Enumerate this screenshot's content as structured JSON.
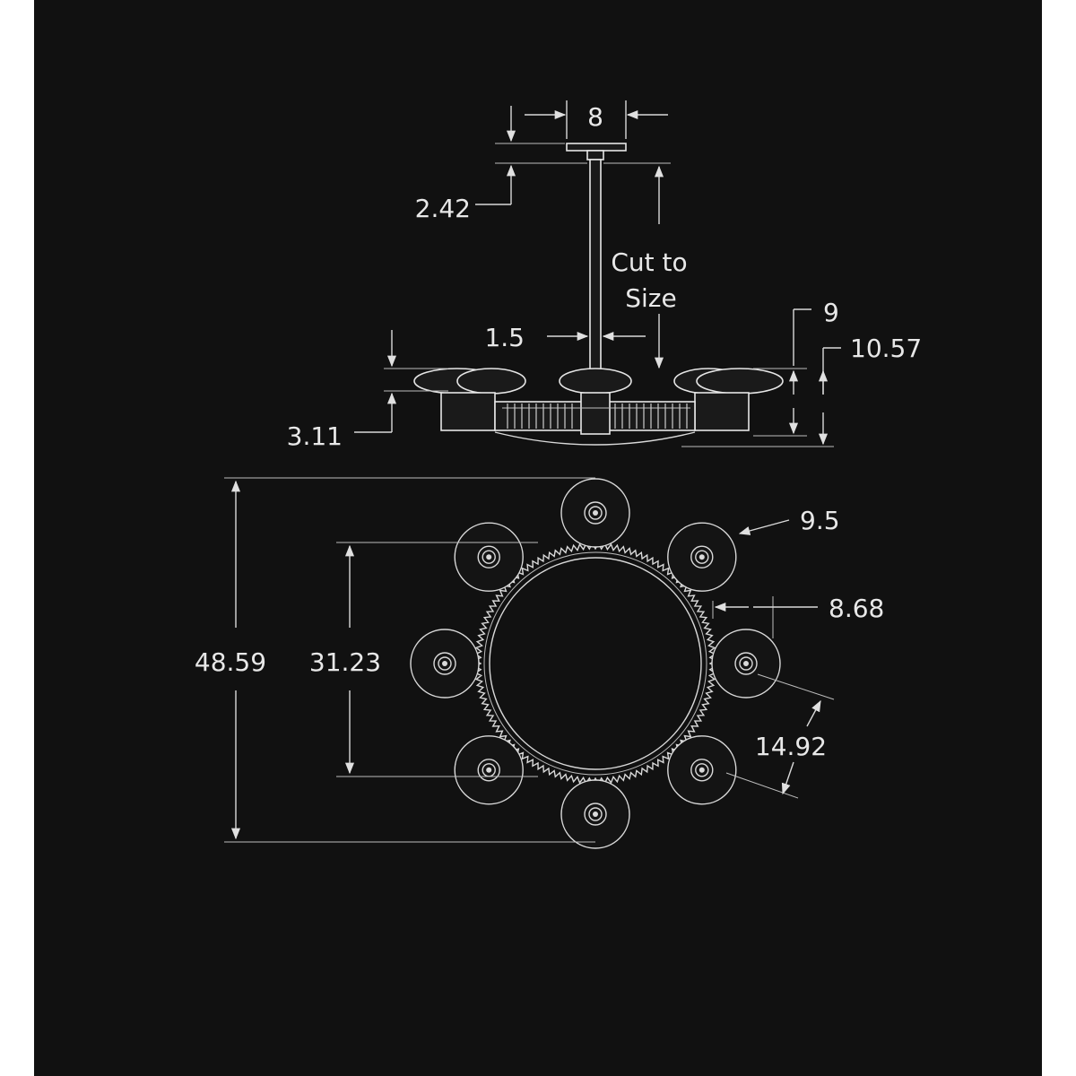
{
  "side_view": {
    "canopy_width": "8",
    "canopy_height": "2.42",
    "stem_note_line1": "Cut to",
    "stem_note_line2": "Size",
    "stem_diameter": "1.5",
    "shade_height": "3.11",
    "body_height": "9",
    "overall_height": "10.57"
  },
  "top_view": {
    "overall_diameter": "48.59",
    "ring_diameter": "31.23",
    "shade_diameter": "9.5",
    "arm_offset": "8.68",
    "shade_spacing": "14.92",
    "shade_count": 8
  },
  "colors": {
    "background": "#111111",
    "line": "#d9d9d9"
  }
}
